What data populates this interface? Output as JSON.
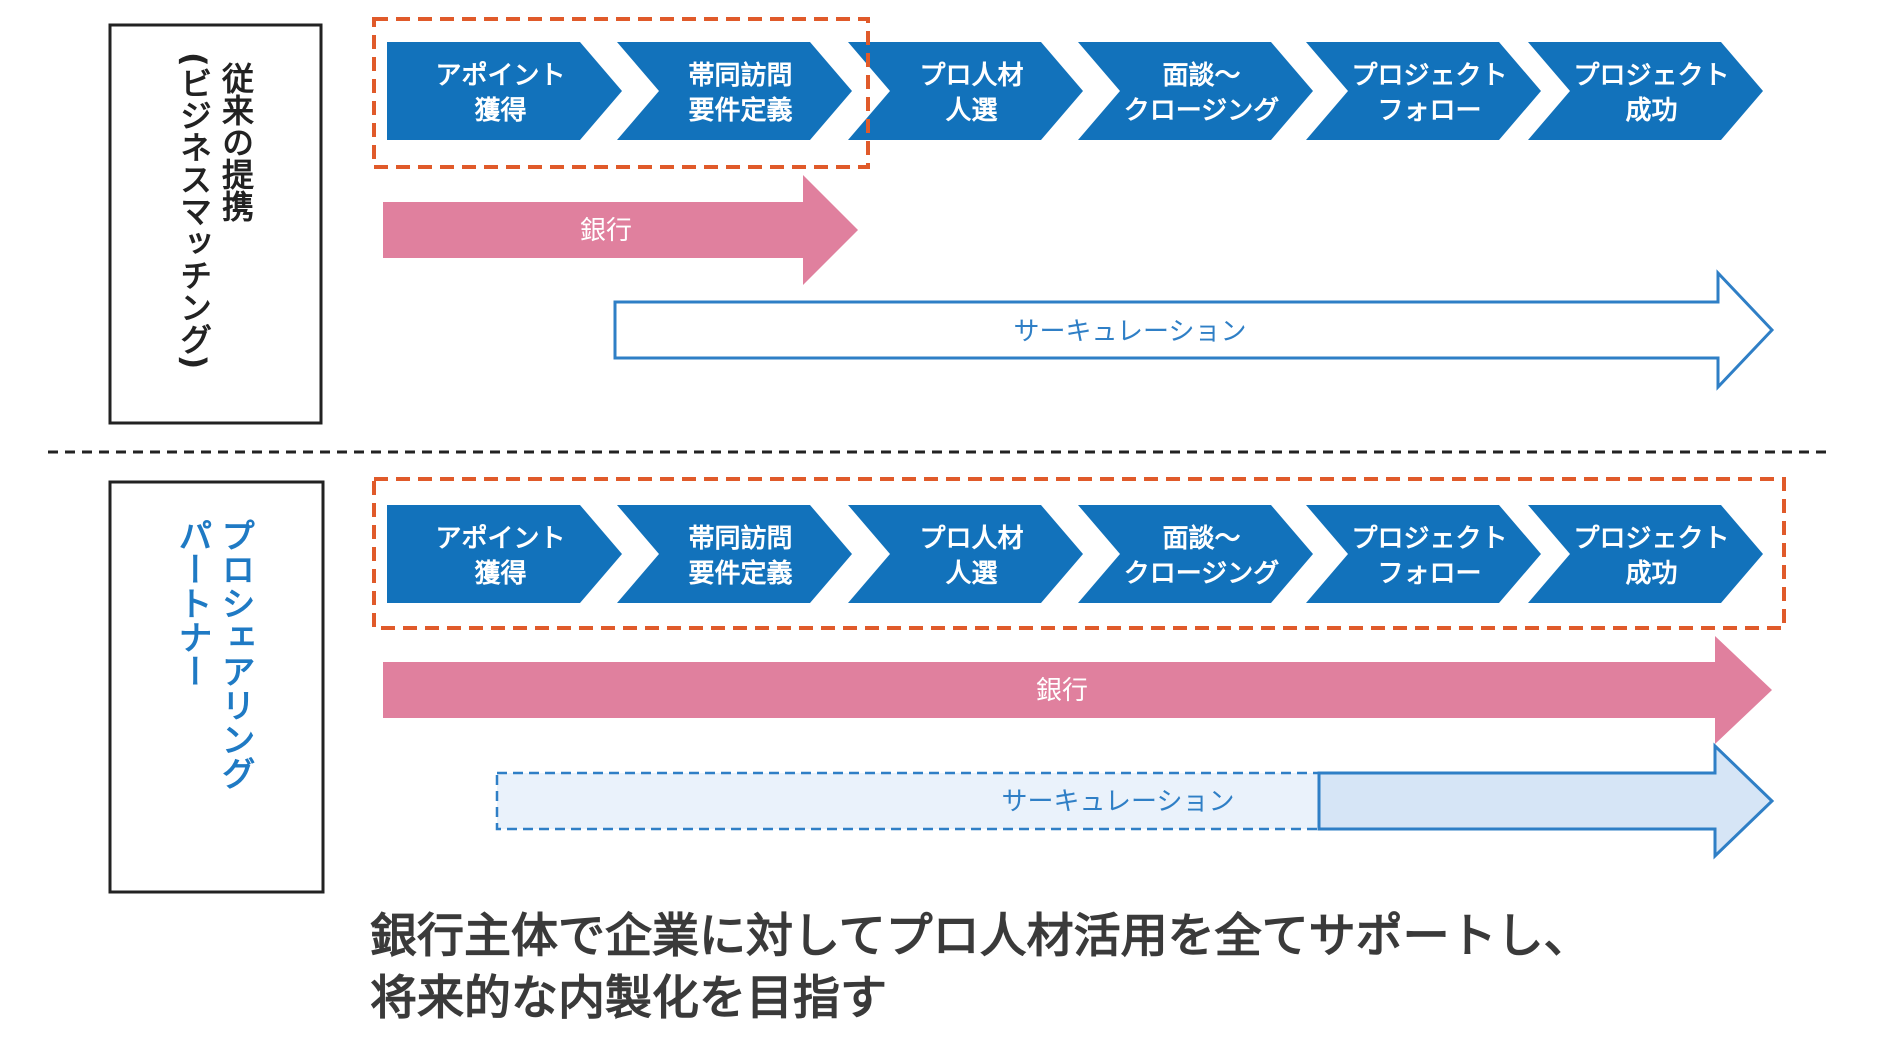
{
  "sections": {
    "traditional": {
      "label_main": "従来の提携",
      "label_sub": "(ビジネスマッチング)"
    },
    "partner": {
      "label_line1": "プロシェアリング",
      "label_line2": "パートナー"
    }
  },
  "process_steps": [
    {
      "line1": "アポイント",
      "line2": "獲得"
    },
    {
      "line1": "帯同訪問",
      "line2": "要件定義"
    },
    {
      "line1": "プロ人材",
      "line2": "人選"
    },
    {
      "line1": "面談〜",
      "line2": "クロージング"
    },
    {
      "line1": "プロジェクト",
      "line2": "フォロー"
    },
    {
      "line1": "プロジェクト",
      "line2": "成功"
    }
  ],
  "arrows": {
    "bank_label": "銀行",
    "circulation_label": "サーキュレーション"
  },
  "colors": {
    "step_blue": "#1272bb",
    "bank_pink": "#e0809e",
    "circulation_blue": "#2f7fc6",
    "highlight_orange": "#e05a2a"
  },
  "caption": {
    "line1": "銀行主体で企業に対してプロ人材活用を全てサポートし、",
    "line2": "将来的な内製化を目指す"
  }
}
